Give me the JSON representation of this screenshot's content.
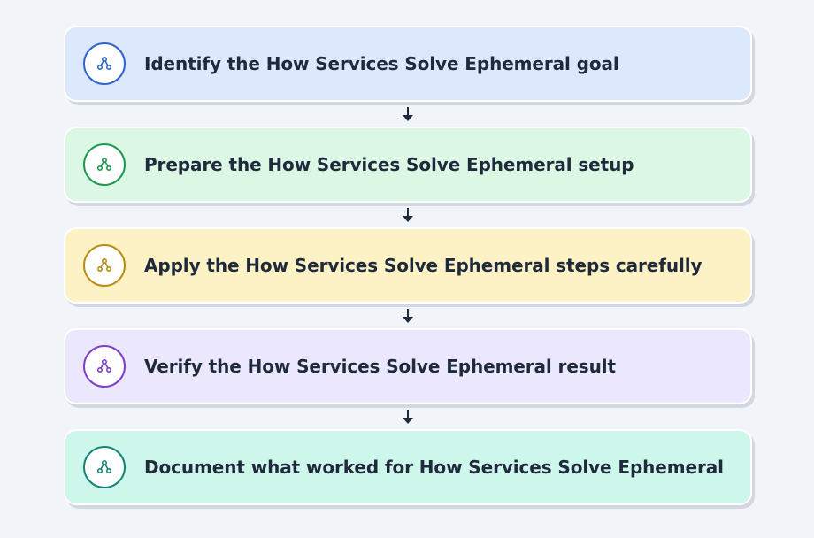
{
  "steps": [
    {
      "label": "Identify the How Services Solve Ephemeral goal",
      "icon": "share-nodes-icon",
      "bg": "#dce8fc",
      "accent": "#2f64cf"
    },
    {
      "label": "Prepare the How Services Solve Ephemeral setup",
      "icon": "share-nodes-icon",
      "bg": "#dcf8e4",
      "accent": "#1e9850"
    },
    {
      "label": "Apply the How Services Solve Ephemeral steps carefully",
      "icon": "share-nodes-icon",
      "bg": "#fdf1c6",
      "accent": "#b98c10"
    },
    {
      "label": "Verify the How Services Solve Ephemeral result",
      "icon": "share-nodes-icon",
      "bg": "#ebe7fc",
      "accent": "#7d3ecb"
    },
    {
      "label": "Document what worked for How Services Solve Ephemeral",
      "icon": "share-nodes-icon",
      "bg": "#cef7ec",
      "accent": "#138577"
    }
  ],
  "connector_color": "#1f2a3c"
}
